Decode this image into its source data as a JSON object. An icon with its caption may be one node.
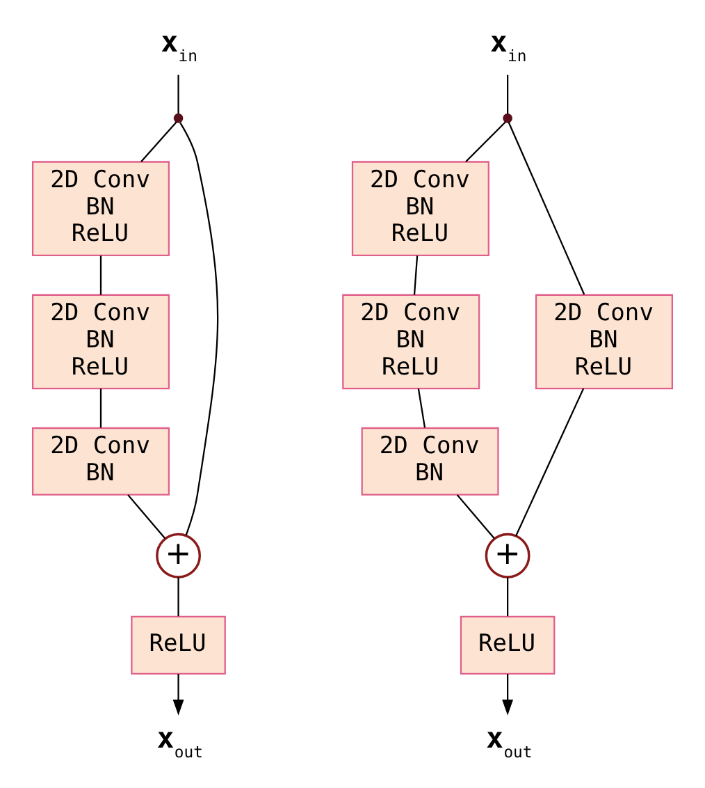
{
  "diagram": {
    "nodes": [
      {
        "text": [
          "**x**$_{in}$"
        ]
      },
      {
        "text": [],
        "shape": "circle"
      },
      {
        "text": [
          "2D Conv",
          "BN",
          "ReLU"
        ]
      },
      {
        "text": [
          "2D Conv",
          "BN",
          "ReLU"
        ]
      },
      {
        "text": [
          "2D Conv",
          "BN"
        ]
      },
      {
        "text": [
          "+"
        ]
      },
      {
        "text": [
          "ReLU"
        ]
      },
      {
        "text": [
          "**x**$_{out}$"
        ]
      },
      {
        "text": [
          "**x**$_{in}$"
        ]
      },
      {
        "text": [],
        "shape": "circle"
      },
      {
        "text": [
          "2D Conv",
          "BN",
          "ReLU"
        ]
      },
      {
        "text": [
          "2D Conv",
          "BN",
          "ReLU"
        ]
      },
      {
        "text": [
          "2D Conv",
          "BN",
          "ReLU"
        ]
      },
      {
        "text": [
          "2D Conv",
          "BN"
        ]
      },
      {
        "text": [
          "+"
        ]
      },
      {
        "text": [
          "ReLU"
        ]
      },
      {
        "text": [
          "**x**$_{out}$"
        ]
      }
    ],
    "edges": [
      {
        "from": 0,
        "to": 1,
        "arrow": "none"
      },
      {
        "from": 1,
        "to": 2,
        "arrow": "none"
      },
      {
        "from": 2,
        "to": 3,
        "arrow": "none"
      },
      {
        "from": 3,
        "to": 4,
        "arrow": "none"
      },
      {
        "from": 4,
        "to": 5,
        "arrow": "none"
      },
      {
        "from": 1,
        "to": 5,
        "arrow": "none"
      },
      {
        "from": 5,
        "to": 6,
        "arrow": "none"
      },
      {
        "from": 6,
        "to": 7,
        "arrow": "to"
      },
      {
        "from": 8,
        "to": 9,
        "arrow": "none"
      },
      {
        "from": 9,
        "to": 10,
        "arrow": "none"
      },
      {
        "from": 10,
        "to": 11,
        "arrow": "none"
      },
      {
        "from": 11,
        "to": 13,
        "arrow": "none"
      },
      {
        "from": 13,
        "to": 14,
        "arrow": "none"
      },
      {
        "from": 9,
        "to": 12,
        "arrow": "none"
      },
      {
        "from": 12,
        "to": 14,
        "arrow": "none"
      },
      {
        "from": 14,
        "to": 15,
        "arrow": "none"
      },
      {
        "from": 15,
        "to": 16,
        "arrow": "to"
      }
    ]
  }
}
